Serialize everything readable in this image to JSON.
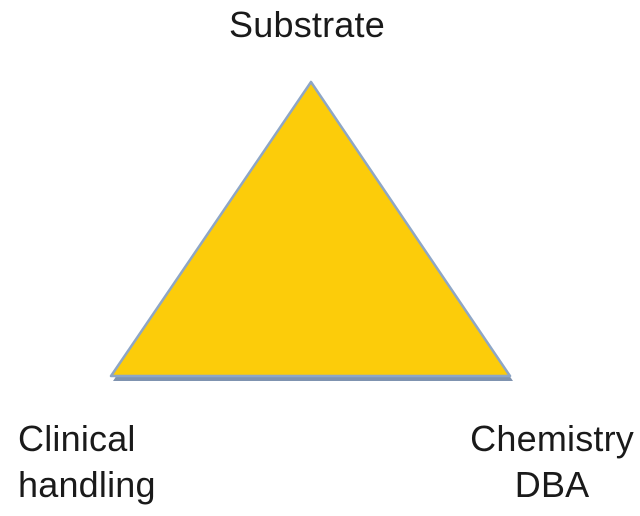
{
  "vertices": {
    "top": {
      "lines": [
        "Substrate"
      ]
    },
    "bottom_left": {
      "lines": [
        "Clinical",
        "handling"
      ]
    },
    "bottom_right": {
      "lines": [
        "Chemistry",
        "DBA"
      ]
    }
  },
  "colors": {
    "fill": "#fccc0a",
    "stroke": "#8ea6c6",
    "shadow": "#7f93b0",
    "text": "#1a1a1a",
    "background": "#ffffff"
  }
}
